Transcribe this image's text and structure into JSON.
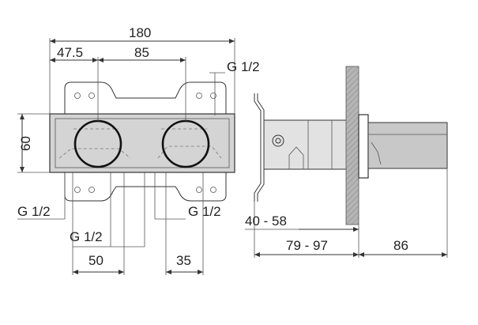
{
  "colors": {
    "ink": "#222222",
    "plate": "#d4d4d4",
    "wall": "#b5b5b5",
    "pipe": "#c8c8c8"
  },
  "dimensions": {
    "total_width": "180",
    "left_offset": "47.5",
    "center_distance": "85",
    "height": "60",
    "thread_top_right": "G 1/2",
    "thread_left": "G 1/2",
    "thread_bottom_left": "G 1/2",
    "thread_bottom_right": "G 1/2",
    "bottom_left_spacing": "50",
    "bottom_right_spacing": "35",
    "wall_depth": "40 - 58",
    "mount_depth": "79 - 97",
    "pipe_length": "86"
  }
}
